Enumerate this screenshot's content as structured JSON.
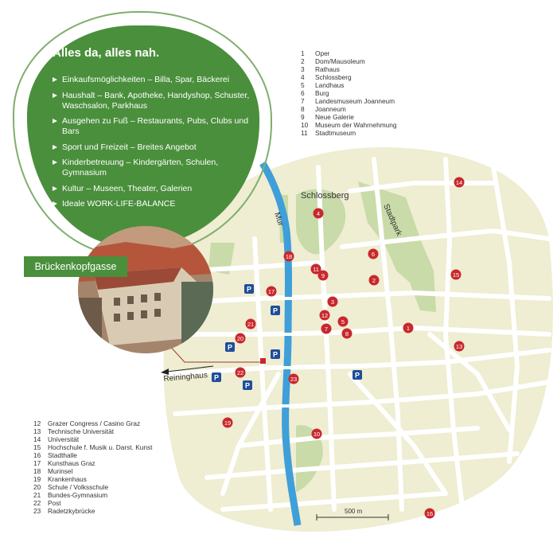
{
  "info_box": {
    "title": "Alles da, alles nah.",
    "items": [
      "Einkaufsmöglichkeiten – Billa, Spar, Bäckerei",
      "Haushalt – Bank, Apotheke, Handyshop, Schuster, Waschsalon, Parkhaus",
      "Ausgehen zu Fuß – Restaurants, Pubs, Clubs und Bars",
      "Sport und Freizeit – Breites Angebot",
      "Kinderbetreuung – Kindergärten, Schulen, Gymnasium",
      "Kultur – Museen, Theater, Galerien",
      "Ideale WORK-LIFE-BALANCE"
    ]
  },
  "location_label": "Brückenkopfgasse",
  "legend_top": [
    {
      "n": "1",
      "name": "Oper"
    },
    {
      "n": "2",
      "name": "Dom/Mausoleum"
    },
    {
      "n": "3",
      "name": "Rathaus"
    },
    {
      "n": "4",
      "name": "Schlossberg"
    },
    {
      "n": "5",
      "name": "Landhaus"
    },
    {
      "n": "6",
      "name": "Burg"
    },
    {
      "n": "7",
      "name": "Landesmuseum Joanneum"
    },
    {
      "n": "8",
      "name": "Joanneum"
    },
    {
      "n": "9",
      "name": "Neue Galerie"
    },
    {
      "n": "10",
      "name": "Museum der Wahrnehmung"
    },
    {
      "n": "11",
      "name": "Stadtmuseum"
    }
  ],
  "legend_bottom": [
    {
      "n": "12",
      "name": "Grazer Congress / Casino Graz"
    },
    {
      "n": "13",
      "name": "Technische Universität"
    },
    {
      "n": "14",
      "name": "Universität"
    },
    {
      "n": "15",
      "name": "Hochschule f. Musik u. Darst. Kunst"
    },
    {
      "n": "16",
      "name": "Stadthalle"
    },
    {
      "n": "17",
      "name": "Kunsthaus Graz"
    },
    {
      "n": "18",
      "name": "Murinsel"
    },
    {
      "n": "19",
      "name": "Krankenhaus"
    },
    {
      "n": "20",
      "name": "Schule / Volksschule"
    },
    {
      "n": "21",
      "name": "Bundes-Gymnasium"
    },
    {
      "n": "22",
      "name": "Post"
    },
    {
      "n": "23",
      "name": "Radetzkybrücke"
    }
  ],
  "map_labels": {
    "river": "Mur",
    "hill": "Schlossberg",
    "park": "Stadtpark",
    "direction": "Reininghaus",
    "scale": "500 m",
    "parking": "P"
  },
  "markers": [
    "1",
    "2",
    "3",
    "4",
    "5",
    "6",
    "7",
    "8",
    "9",
    "10",
    "11",
    "12",
    "13",
    "14",
    "15",
    "16",
    "17",
    "18",
    "19",
    "20",
    "21",
    "22",
    "23"
  ],
  "colors": {
    "green": "#4a8f3c",
    "map_bg": "#efedd2",
    "park": "#c8dba8",
    "river": "#3f9fd8",
    "marker": "#c8282d",
    "parking": "#1f4e9a"
  }
}
